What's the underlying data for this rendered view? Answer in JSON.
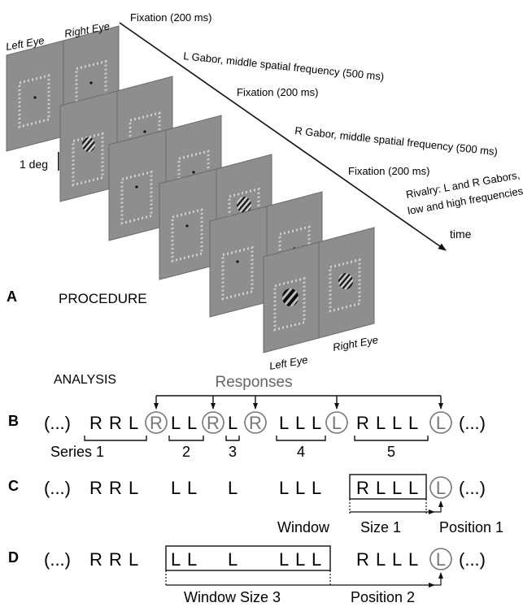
{
  "panels": {
    "a": "A",
    "b": "B",
    "c": "C",
    "d": "D"
  },
  "procedure": {
    "heading": "PROCEDURE",
    "left_eye_top": "Left Eye",
    "right_eye_top": "Right Eye",
    "left_eye_bottom": "Left Eye",
    "right_eye_bottom": "Right Eye",
    "scale": "1 deg",
    "events": [
      "Fixation (200 ms)",
      "L Gabor, middle spatial frequency (500 ms)",
      "Fixation (200 ms)",
      "R Gabor, middle spatial frequency (500 ms)",
      "Fixation (200 ms)"
    ],
    "event6_line1": "Rivalry: L and R Gabors,",
    "event6_line2": "low and high frequencies",
    "time": "time"
  },
  "analysis": {
    "heading": "ANALYSIS",
    "responses": "Responses",
    "ellipsis": "(...)",
    "row_b": [
      "R",
      "R",
      "L",
      "R",
      "L",
      "L",
      "R",
      "L",
      "R",
      "L",
      "L",
      "L",
      "L",
      "R",
      "L",
      "L",
      "L",
      "L"
    ],
    "series": [
      "Series 1",
      "2",
      "3",
      "4",
      "5"
    ],
    "row_c": [
      "R",
      "R",
      "L",
      "L",
      "L",
      "L",
      "L",
      "L",
      "L",
      "R",
      "L",
      "L",
      "L",
      "L"
    ],
    "row_c_labels": {
      "window": "Window",
      "size": "Size 1",
      "position": "Position 1"
    },
    "row_d": [
      "R",
      "R",
      "L",
      "L",
      "L",
      "L",
      "L",
      "L",
      "L",
      "R",
      "L",
      "L",
      "L",
      "L"
    ],
    "row_d_labels": {
      "window_size": "Window Size 3",
      "position": "Position 2"
    }
  }
}
